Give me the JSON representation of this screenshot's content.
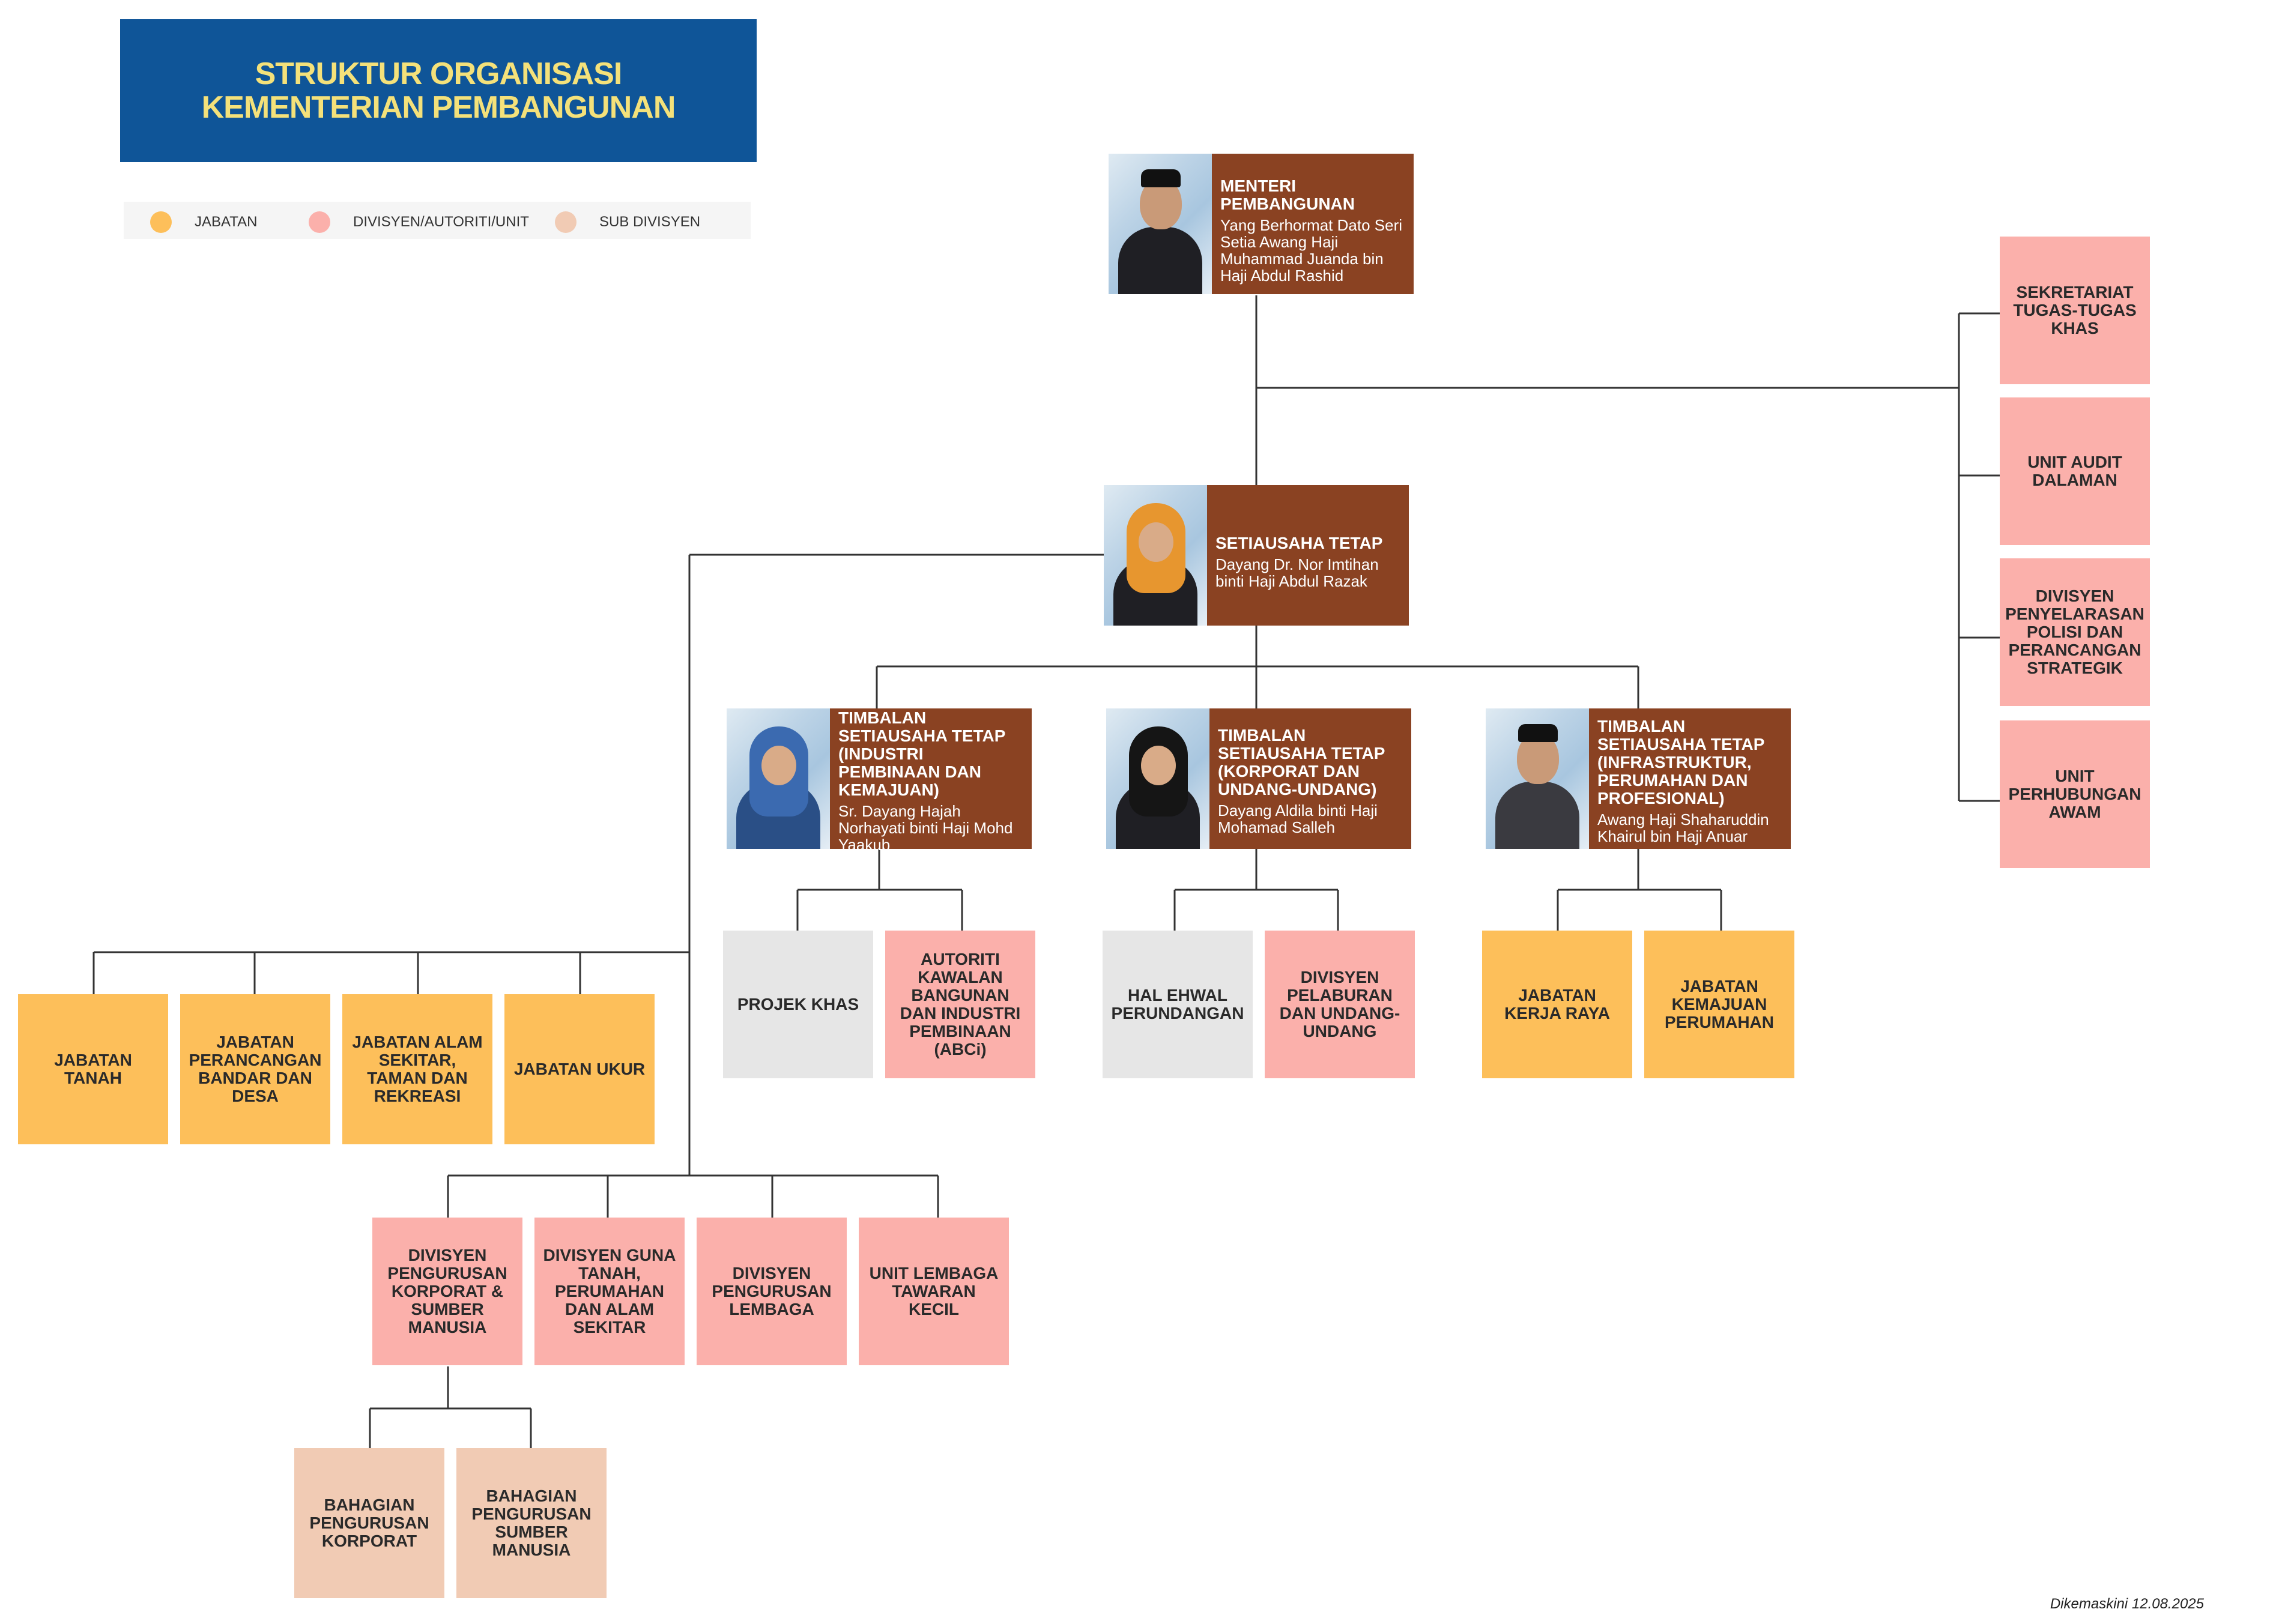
{
  "title": {
    "line1": "STRUKTUR ORGANISASI",
    "line2": "KEMENTERIAN PEMBANGUNAN"
  },
  "legend": {
    "jabatan": {
      "label": "JABATAN",
      "color": "#fdbf5a"
    },
    "divisyen": {
      "label": "DIVISYEN/AUTORITI/UNIT",
      "color": "#fbb0ab"
    },
    "sub": {
      "label": "SUB DIVISYEN",
      "color": "#f1cbb4"
    }
  },
  "colors": {
    "person_bg": "#8a4222",
    "title_bg": "#0f5598",
    "title_text": "#f4e17a",
    "neutral_box": "#e6e6e6"
  },
  "menteri": {
    "title": "MENTERI\nPEMBANGUNAN",
    "name": "Yang Berhormat Dato Seri Setia Awang Haji Muhammad Juanda bin Haji Abdul Rashid"
  },
  "setiausaha": {
    "title": "SETIAUSAHA TETAP",
    "name": "Dayang Dr. Nor Imtihan binti Haji Abdul Razak"
  },
  "timbalan": [
    {
      "title": "TIMBALAN SETIAUSAHA TETAP (INDUSTRI PEMBINAAN DAN KEMAJUAN)",
      "name": "Sr. Dayang Hajah Norhayati binti Haji Mohd Yaakub"
    },
    {
      "title": "TIMBALAN SETIAUSAHA TETAP (KORPORAT DAN UNDANG-UNDANG)",
      "name": "Dayang Aldila binti Haji Mohamad Salleh"
    },
    {
      "title": "TIMBALAN SETIAUSAHA TETAP (INFRASTRUKTUR, PERUMAHAN DAN PROFESIONAL)",
      "name": "Awang Haji Shaharuddin Khairul bin Haji Anuar"
    }
  ],
  "right_units": [
    "SEKRETARIAT TUGAS-TUGAS KHAS",
    "UNIT AUDIT DALAMAN",
    "DIVISYEN PENYELARASAN POLISI DAN PERANCANGAN STRATEGIK",
    "UNIT PERHUBUNGAN AWAM"
  ],
  "jabatan_left": [
    "JABATAN TANAH",
    "JABATAN PERANCANGAN BANDAR DAN DESA",
    "JABATAN ALAM SEKITAR, TAMAN DAN REKREASI",
    "JABATAN UKUR"
  ],
  "industri_units": [
    "PROJEK KHAS",
    "AUTORITI KAWALAN BANGUNAN DAN INDUSTRI PEMBINAAN (ABCi)"
  ],
  "korporat_units": [
    "HAL EHWAL PERUNDANGAN",
    "DIVISYEN PELABURAN DAN UNDANG-UNDANG"
  ],
  "infra_units": [
    "JABATAN KERJA RAYA",
    "JABATAN KEMAJUAN PERUMAHAN"
  ],
  "bottom_divisions": [
    "DIVISYEN PENGURUSAN KORPORAT & SUMBER MANUSIA",
    "DIVISYEN GUNA TANAH, PERUMAHAN DAN ALAM SEKITAR",
    "DIVISYEN PENGURUSAN LEMBAGA",
    "UNIT LEMBAGA TAWARAN KECIL"
  ],
  "sub_divisions": [
    "BAHAGIAN PENGURUSAN KORPORAT",
    "BAHAGIAN PENGURUSAN SUMBER MANUSIA"
  ],
  "footer": "Dikemaskini 12.08.2025"
}
